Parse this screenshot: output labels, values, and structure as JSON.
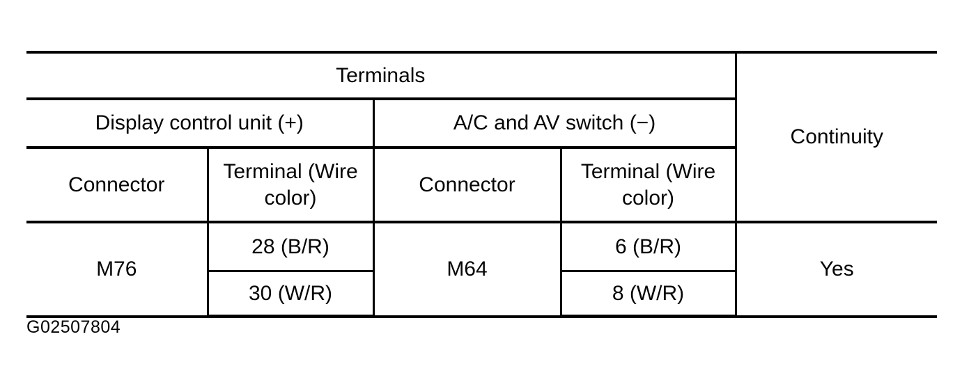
{
  "page": {
    "background_color": "#ffffff",
    "text_color": "#050505",
    "line_color": "#000000"
  },
  "figure_caption": "G02507804",
  "chart_data": {
    "type": "table",
    "title": "Terminals",
    "header": {
      "terminals": "Terminals",
      "continuity": "Continuity",
      "groups": [
        {
          "label": "Display control unit (+)"
        },
        {
          "label": "A/C and AV switch (−)"
        }
      ],
      "columns": [
        "Connector",
        "Terminal (Wire color)",
        "Connector",
        "Terminal (Wire color)"
      ]
    },
    "body": {
      "display_connector": "M76",
      "display_terminals": [
        "28 (B/R)",
        "30 (W/R)"
      ],
      "switch_connector": "M64",
      "switch_terminals": [
        "6 (B/R)",
        "8 (W/R)"
      ],
      "continuity_value": "Yes"
    }
  }
}
